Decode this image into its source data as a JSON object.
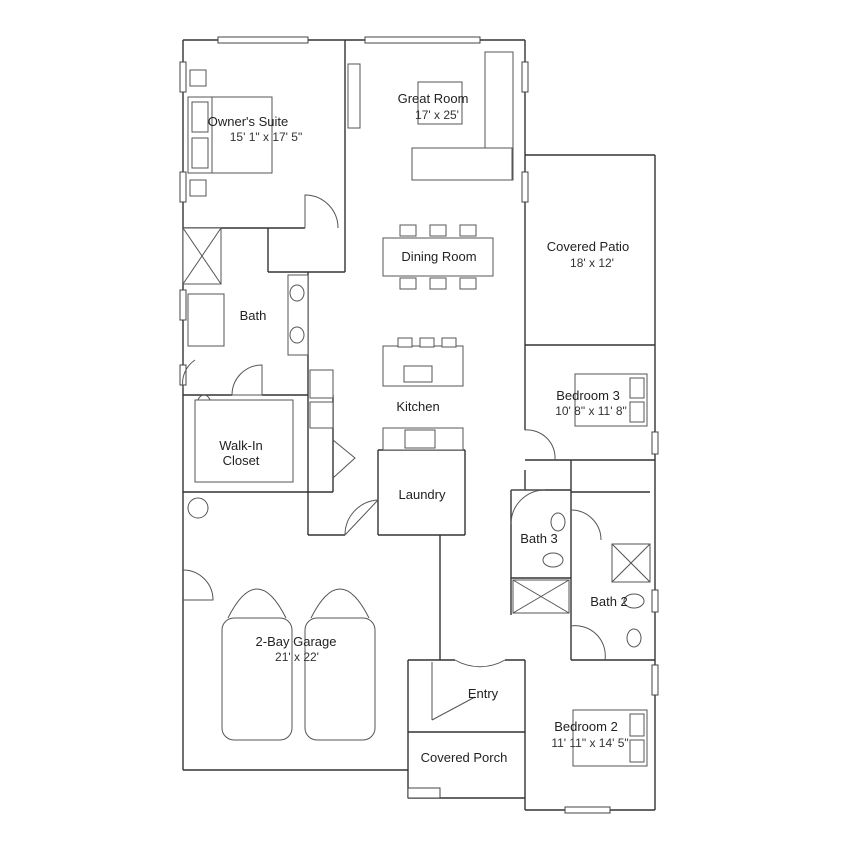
{
  "rooms": {
    "owners_suite": {
      "name": "Owner's Suite",
      "dims": "15' 1\" x 17' 5\""
    },
    "great_room": {
      "name": "Great Room",
      "dims": "17' x 25'"
    },
    "dining_room": {
      "name": "Dining Room"
    },
    "covered_patio": {
      "name": "Covered Patio",
      "dims": "18' x 12'"
    },
    "owners_bath": {
      "name": "Bath"
    },
    "kitchen": {
      "name": "Kitchen"
    },
    "bedroom3": {
      "name": "Bedroom 3",
      "dims": "10' 8\" x 11' 8\""
    },
    "walk_in_closet": {
      "name_line1": "Walk-In",
      "name_line2": "Closet"
    },
    "laundry": {
      "name": "Laundry"
    },
    "bath3": {
      "name": "Bath 3"
    },
    "bath2": {
      "name": "Bath 2"
    },
    "garage": {
      "name": "2-Bay Garage",
      "dims": "21' x 22'"
    },
    "entry": {
      "name": "Entry"
    },
    "bedroom2": {
      "name": "Bedroom 2",
      "dims": "11' 11\" x 14' 5\""
    },
    "covered_porch": {
      "name": "Covered Porch"
    }
  }
}
